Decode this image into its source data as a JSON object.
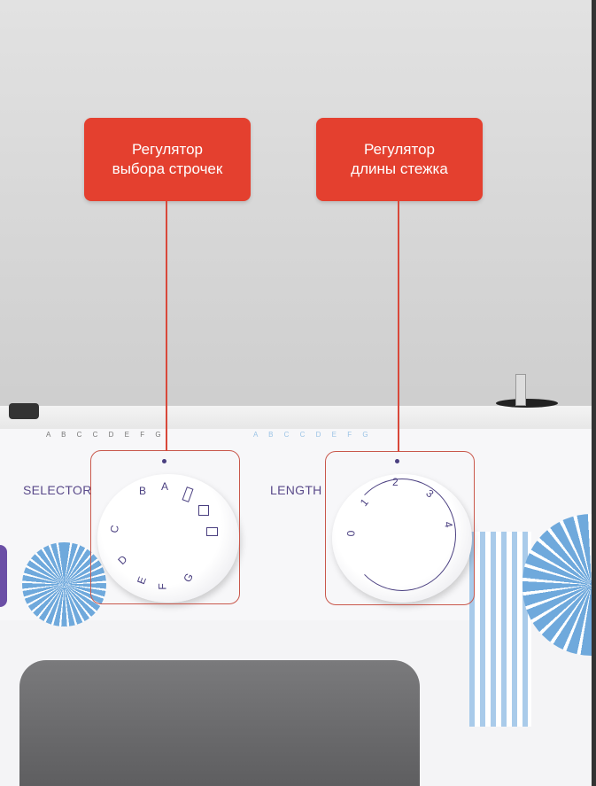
{
  "callouts": [
    {
      "line1": "Регулятор",
      "line2": "выбора строчек"
    },
    {
      "line1": "Регулятор",
      "line2": "длины стежка"
    }
  ],
  "panel": {
    "selector_label": "SELECTOR",
    "length_label": "LENGTH",
    "selector_stitch_letters": "A B C C D E F G",
    "length_stitch_letters": "A B C C D E F G"
  },
  "selector_dial": {
    "marks": [
      "A",
      "B",
      "C",
      "D",
      "E",
      "F",
      "G"
    ]
  },
  "length_dial": {
    "marks": [
      "0",
      "1",
      "2",
      "3",
      "4"
    ]
  },
  "colors": {
    "callout": "#e4402f",
    "dial_text": "#4a3f80",
    "pattern": "#6fa9dc"
  }
}
